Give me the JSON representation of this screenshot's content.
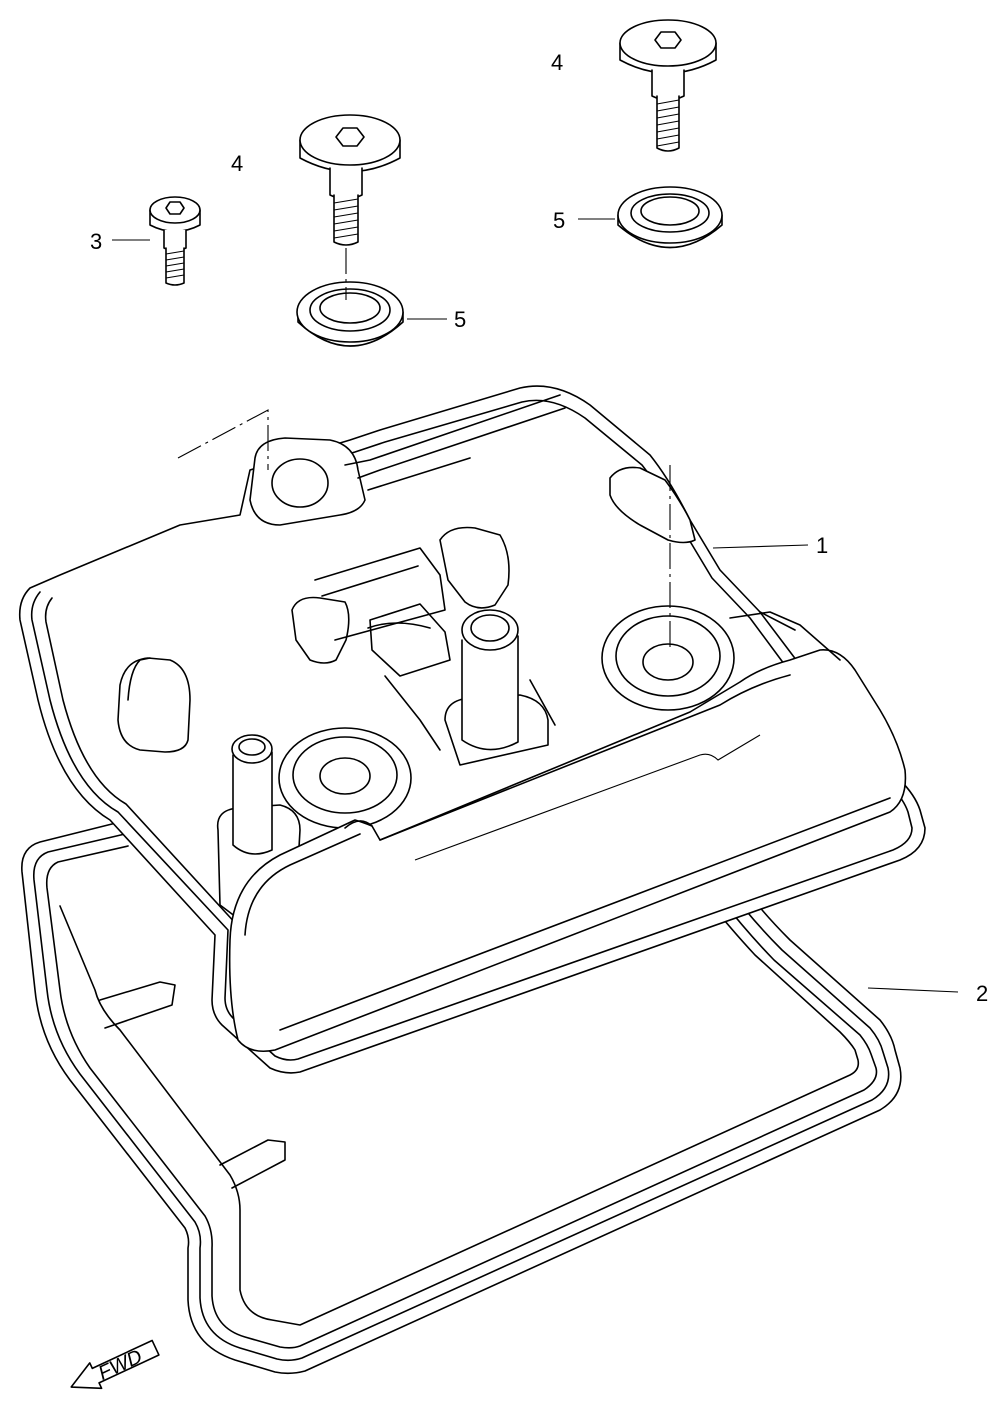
{
  "parts": {
    "cover": {
      "callout": "1"
    },
    "gasket": {
      "callout": "2"
    },
    "small_bolt": {
      "callout": "3"
    },
    "bolt_left": {
      "callout": "4"
    },
    "bolt_right": {
      "callout": "4"
    },
    "washer_left": {
      "callout": "5"
    },
    "washer_right": {
      "callout": "5"
    }
  },
  "direction_arrow": {
    "label": "FWD"
  }
}
